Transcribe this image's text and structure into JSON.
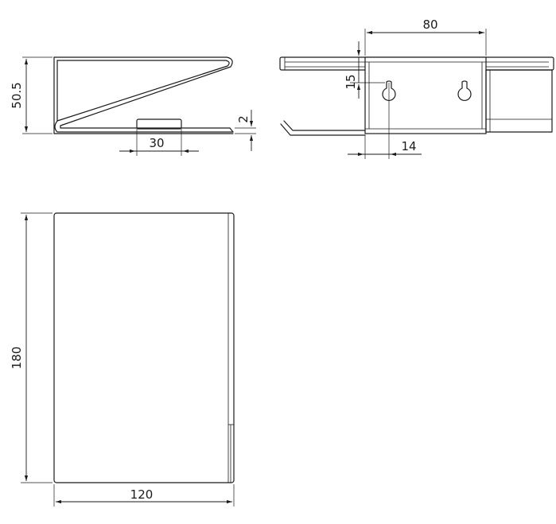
{
  "dimensions": {
    "side_height": "50.5",
    "foot_width": "30",
    "base_thickness": "2",
    "back_width": "80",
    "hole_drop": "15",
    "hole_offset": "14",
    "front_height": "180",
    "front_width": "120"
  }
}
